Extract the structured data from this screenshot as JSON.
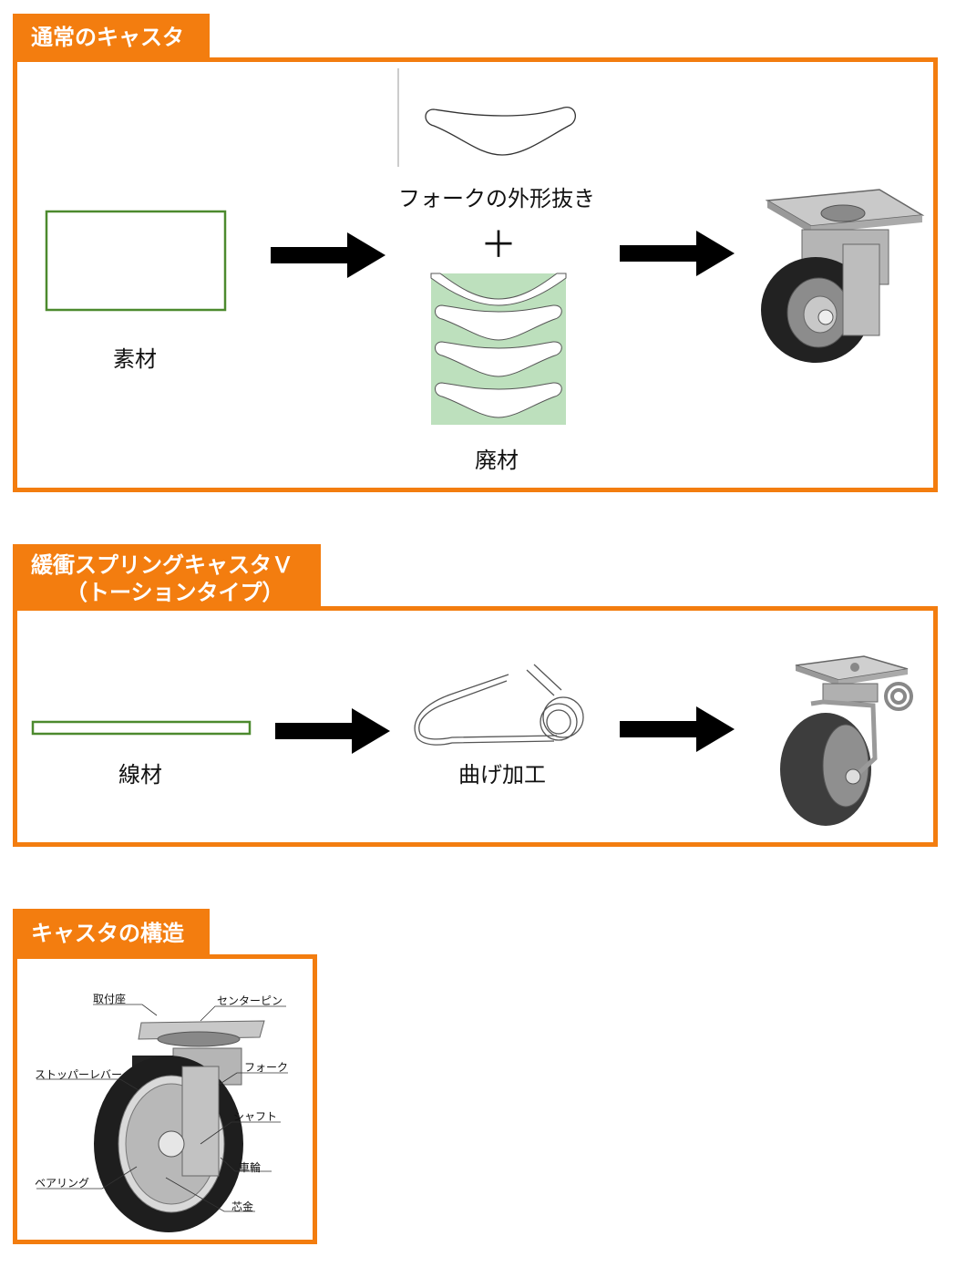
{
  "section1": {
    "title": "通常のキャスタ",
    "labels": {
      "material": "素材",
      "fork_cutout": "フォークの外形抜き",
      "plus": "＋",
      "waste": "廃材"
    }
  },
  "section2": {
    "title_line1": "緩衝スプリングキャスタＶ",
    "title_line2": "（トーションタイプ）",
    "labels": {
      "wire": "線材",
      "bending": "曲げ加工"
    }
  },
  "section3": {
    "title": "キャスタの構造",
    "parts": {
      "mount_plate": "取付座",
      "center_pin": "センターピン",
      "stopper_lever": "ストッパーレバー",
      "fork": "フォーク",
      "shaft": "シャフト",
      "wheel": "車輪",
      "bearing": "ベアリング",
      "core": "芯金"
    }
  },
  "colors": {
    "accent": "#f37d0f",
    "outline_green": "#4c8a2e",
    "waste_fill": "#bde0bd"
  }
}
